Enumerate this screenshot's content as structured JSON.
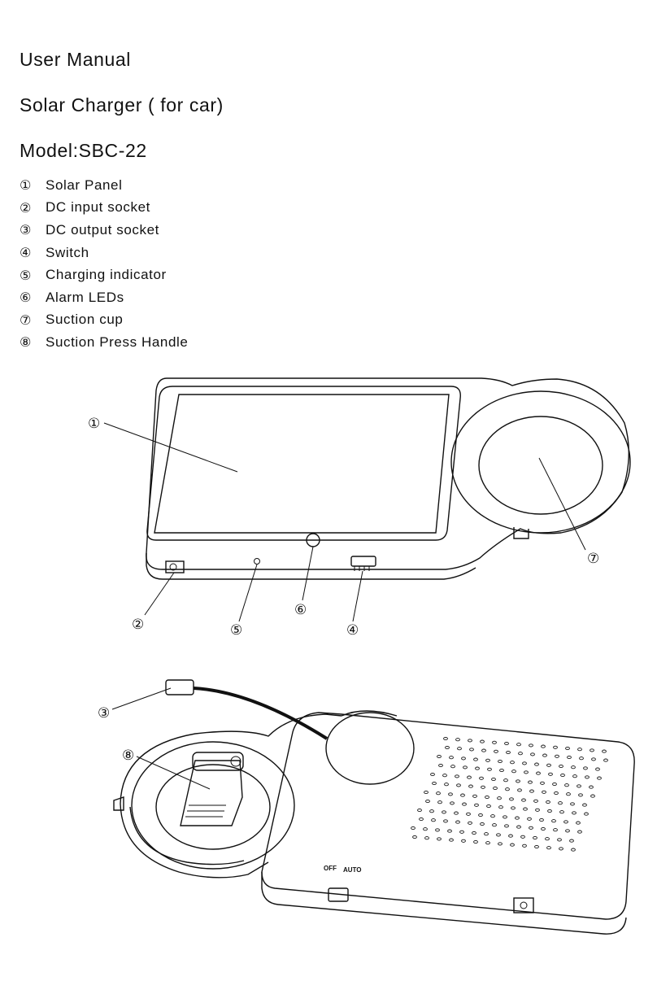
{
  "header": {
    "title": "User Manual",
    "product": "Solar Charger ( for car)",
    "model": "Model:SBC-22"
  },
  "parts": [
    {
      "num": "①",
      "label": "Solar Panel"
    },
    {
      "num": "②",
      "label": "DC input socket"
    },
    {
      "num": "③",
      "label": "DC output socket"
    },
    {
      "num": "④",
      "label": "Switch"
    },
    {
      "num": "⑤",
      "label": "Charging indicator"
    },
    {
      "num": "⑥",
      "label": "Alarm LEDs"
    },
    {
      "num": "⑦",
      "label": "Suction cup"
    },
    {
      "num": "⑧",
      "label": "Suction Press Handle"
    }
  ],
  "figure_front": {
    "callouts": [
      "①",
      "②",
      "⑤",
      "⑥",
      "④",
      "⑦"
    ]
  },
  "figure_back": {
    "callouts": [
      "③",
      "⑧"
    ],
    "switch_labels": {
      "off": "OFF",
      "auto": "AUTO"
    }
  }
}
